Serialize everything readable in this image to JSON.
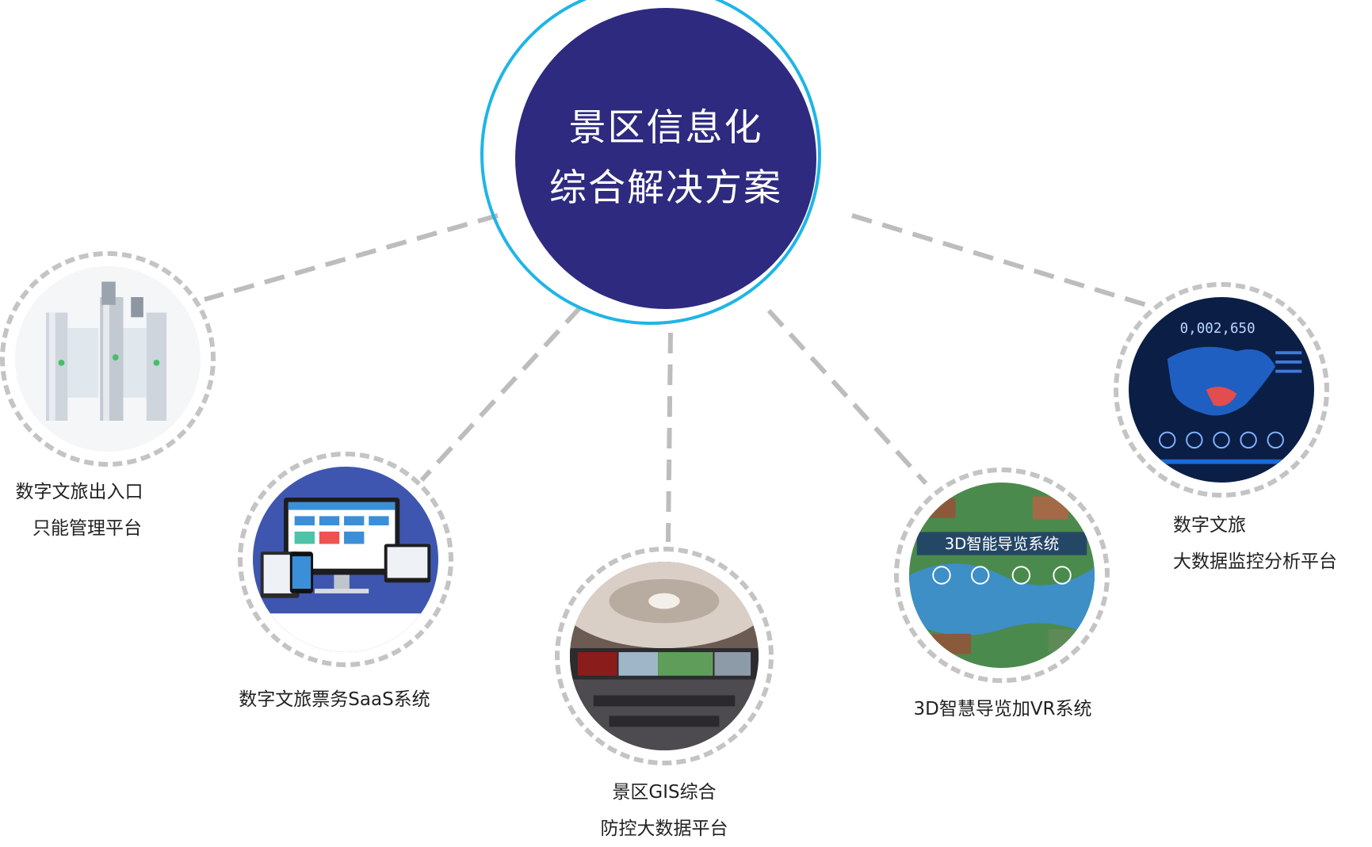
{
  "hub": {
    "title_line1": "景区信息化",
    "title_line2": "综合解决方案"
  },
  "nodes": [
    {
      "id": "gate",
      "line1": "数字文旅出入口",
      "line2": "只能管理平台",
      "image": "turnstile-gate-icon"
    },
    {
      "id": "saas",
      "line1": "数字文旅票务SaaS系统",
      "line2": "",
      "image": "computer-screens-icon"
    },
    {
      "id": "gis",
      "line1": "景区GIS综合",
      "line2": "防控大数据平台",
      "image": "control-room-icon"
    },
    {
      "id": "vr",
      "line1": "3D智慧导览加VR系统",
      "line2": "",
      "image": "3d-map-icon",
      "badge": "3D智能导览系统"
    },
    {
      "id": "bigdata",
      "line1": "数字文旅",
      "line2": "大数据监控分析平台",
      "image": "china-map-dashboard-icon",
      "counter": "0,002,650"
    }
  ],
  "colors": {
    "hub_fill": "#2e2a7f",
    "hub_ring": "#1fb5e6",
    "connector": "#bdbdbd",
    "node_border": "#c4c4c4"
  }
}
